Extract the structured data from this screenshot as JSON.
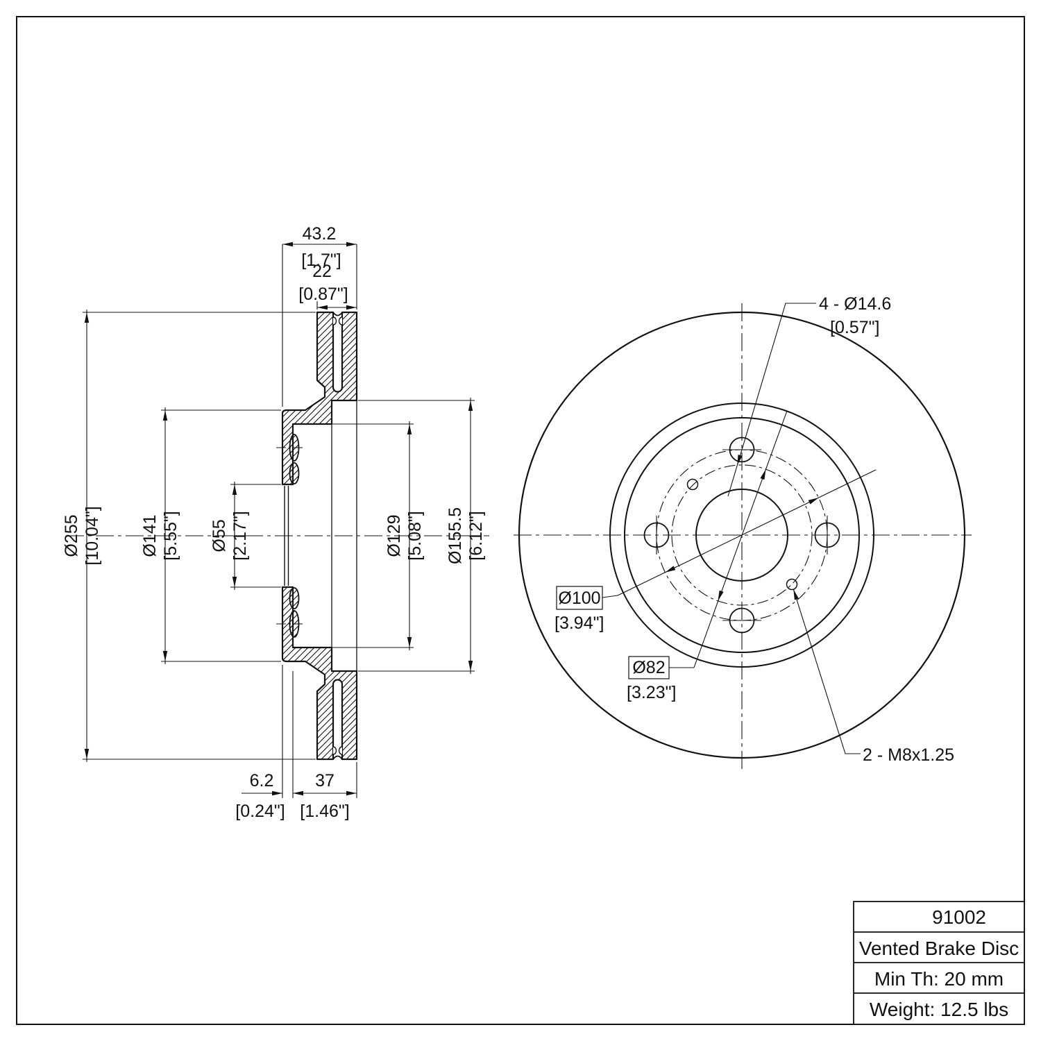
{
  "drawing": {
    "section": {
      "overall_width_mm": "43.2",
      "overall_width_in": "[1.7\"]",
      "disc_thickness_mm": "22",
      "disc_thickness_in": "[0.87\"]",
      "outer_diameter_mm": "Ø255",
      "outer_diameter_in": "[10.04\"]",
      "hat_diameter_mm": "Ø141",
      "hat_diameter_in": "[5.55\"]",
      "center_bore_mm": "Ø55",
      "center_bore_in": "[2.17\"]",
      "hat_inner_diameter_mm": "Ø129",
      "hat_inner_diameter_in": "[5.08\"]",
      "friction_inner_diameter_mm": "Ø155.5",
      "friction_inner_diameter_in": "[6.12\"]",
      "flange_thickness_mm": "6.2",
      "flange_thickness_in": "[0.24\"]",
      "mount_height_mm": "37",
      "mount_height_in": "[1.46\"]"
    },
    "front": {
      "lug_holes_label": "4 - Ø14.6",
      "lug_holes_in": "[0.57\"]",
      "bolt_circle_label": "Ø100",
      "bolt_circle_in": "[3.94\"]",
      "pilot_circle_label": "Ø82",
      "pilot_circle_in": "[3.23\"]",
      "thread_holes_label": "2 - M8x1.25"
    },
    "title_block": {
      "part_number": "91002",
      "description": "Vented Brake Disc",
      "min_thickness": "Min Th: 20 mm",
      "weight": "Weight: 12.5 lbs"
    },
    "colors": {
      "line": "#111111",
      "background": "#ffffff"
    }
  }
}
